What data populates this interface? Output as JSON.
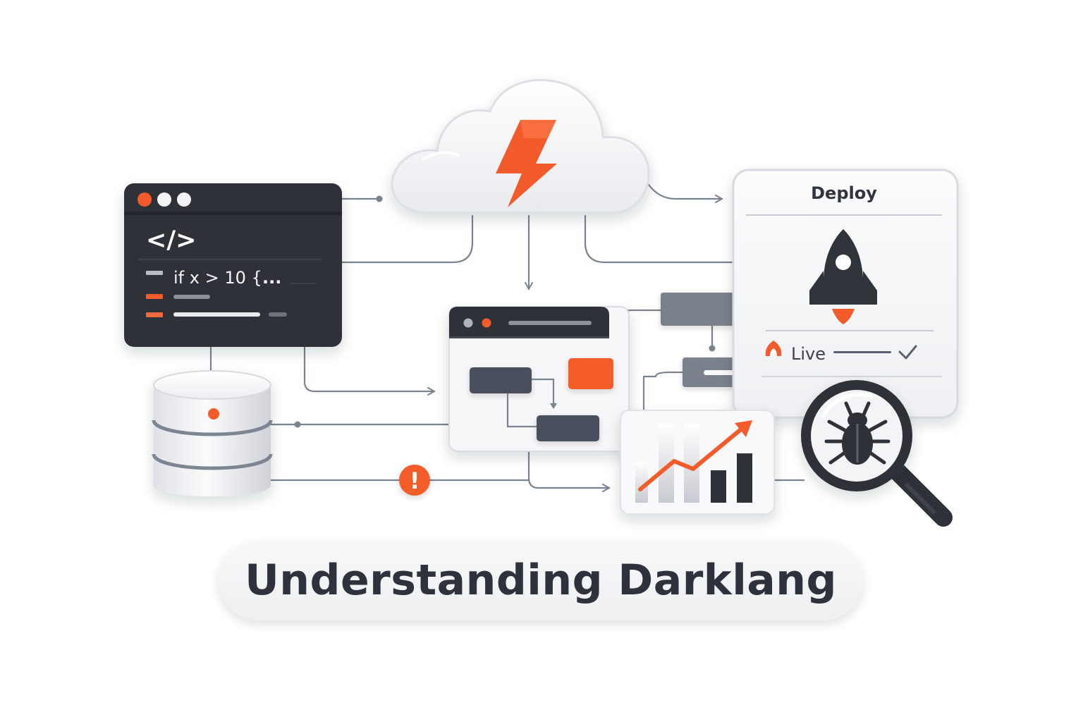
{
  "title": "Understanding Darklang",
  "code_editor": {
    "tag_glyph": "</>",
    "code_line": "if x > 10 {",
    "ellipsis": "..."
  },
  "deploy_panel": {
    "heading": "Deploy",
    "status_label": "Live"
  },
  "warning": {
    "glyph": "!"
  },
  "icons": {
    "cloud": "cloud-icon",
    "lightning": "lightning-bolt-icon",
    "database": "database-icon",
    "rocket": "rocket-icon",
    "bug": "bug-icon",
    "magnifier": "magnifying-glass-icon",
    "chart": "bar-chart-icon",
    "check": "check-icon",
    "flame": "flame-icon"
  },
  "colors": {
    "accent": "#f45b2a",
    "dark": "#2e3138",
    "slate": "#767e8c",
    "line": "#7b8391"
  }
}
